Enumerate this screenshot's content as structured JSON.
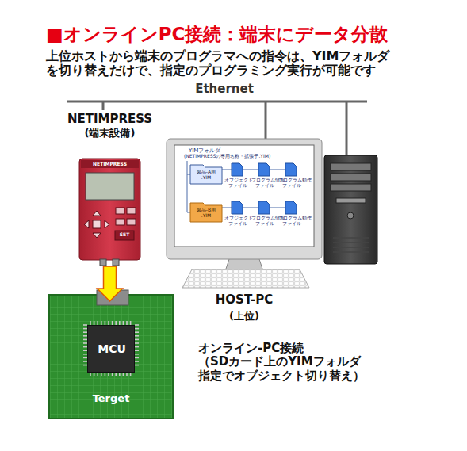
{
  "diagram": {
    "title": "■オンラインPC接続：端末にデータ分散",
    "nodes": [
      {
        "text": [
          "NETIMPRESS",
          "(端末設備)"
        ]
      },
      {
        "text": [
          "Terget"
        ]
      },
      {
        "text": [
          "MCU"
        ],
        "in": 1
      },
      {
        "text": [
          "HOST-PC",
          "(上位)"
        ]
      }
    ],
    "edges": [
      {
        "from": 0,
        "to": 1,
        "arrow": "to"
      }
    ],
    "labels": [
      "Ethernet",
      "上位ホストから端末のプログラマへの指令は、YIMフォルダ を切り替えだけで、指定のプログラミング実行が可能です",
      "オンライン-PC接続 （SDカード上のYIMフォルダ 指定でオブジェクト切り替え）",
      "YIMフォルダ",
      "(NETIMPRESSの専用名称・拡張子.YIM)",
      "製品-A用 .YIM",
      "製品-B用 .YIM",
      "オブジェクト ファイル",
      "プログラム情報 ファイル",
      "プログラム動作 ファイル",
      "オブジェクト ファイル",
      "プログラム情報 ファイル",
      "プログラム動作 ファイル",
      "NETIMPRESS",
      "SET"
    ]
  }
}
